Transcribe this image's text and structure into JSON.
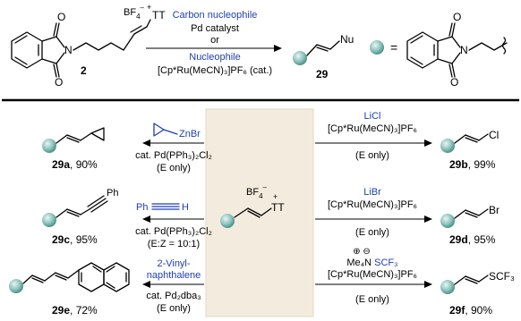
{
  "header": {
    "reagent_anion": "BF",
    "reagent_sub": "4",
    "reagent_sup": "–",
    "reagent_cation": "TT",
    "reagent_plus": "+",
    "reagent_label": "2",
    "cond_1": "Carbon nucleophile",
    "cond_2": "Pd catalyst",
    "cond_3": "or",
    "cond_4": "Nucleophile",
    "cond_5": "[Cp*Ru(MeCN)₃]PF₆ (cat.)",
    "product_label": "29",
    "product_nu": "Nu",
    "equals": "=",
    "atom_O": "O",
    "atom_N": "N"
  },
  "center": {
    "anion": "BF",
    "sub": "4",
    "sup": "–",
    "plus": "+",
    "cation": "TT"
  },
  "reactions": [
    {
      "id": "29a",
      "reagent": "ZnBr",
      "cond_1": "cat. Pd(PPh₃)₂Cl₂",
      "cond_2": "(E only)",
      "label": "29a",
      "yield": ", 90%"
    },
    {
      "id": "29b",
      "reagent": "LiCl",
      "cond_1": "[Cp*Ru(MeCN)₃]PF₆",
      "cond_2": "(E only)",
      "label": "29b",
      "yield": ", 99%",
      "atom": "Cl"
    },
    {
      "id": "29c",
      "reagent_left": "Ph",
      "reagent_right": "H",
      "cond_1": "cat. Pd(PPh₃)₂Cl₂",
      "cond_2": "(E:Z = 10:1)",
      "label": "29c",
      "yield": ", 95%",
      "atom": "Ph"
    },
    {
      "id": "29d",
      "reagent": "LiBr",
      "cond_1": "[Cp*Ru(MeCN)₃]PF₆",
      "cond_2": "(E only)",
      "label": "29d",
      "yield": ", 95%",
      "atom": "Br"
    },
    {
      "id": "29e",
      "reagent_1": "2-Vinyl-",
      "reagent_2": "naphthalene",
      "cond_1": "cat. Pd₂dba₃",
      "cond_2": "(E only)",
      "label": "29e",
      "yield": ", 72%"
    },
    {
      "id": "29f",
      "charges": "⊕ ⊖",
      "reagent_cation": "Me₄N",
      "reagent_anion": "SCF₃",
      "cond_1": "[Cp*Ru(MeCN)₃]PF₆",
      "cond_2": "(E only)",
      "label": "29f",
      "yield": ", 90%",
      "atom": "SCF₃"
    }
  ],
  "colors": {
    "sphere": "#8fc4bd",
    "center_box": "#f3ecde",
    "reagent_blue": "#1f3fb5"
  }
}
